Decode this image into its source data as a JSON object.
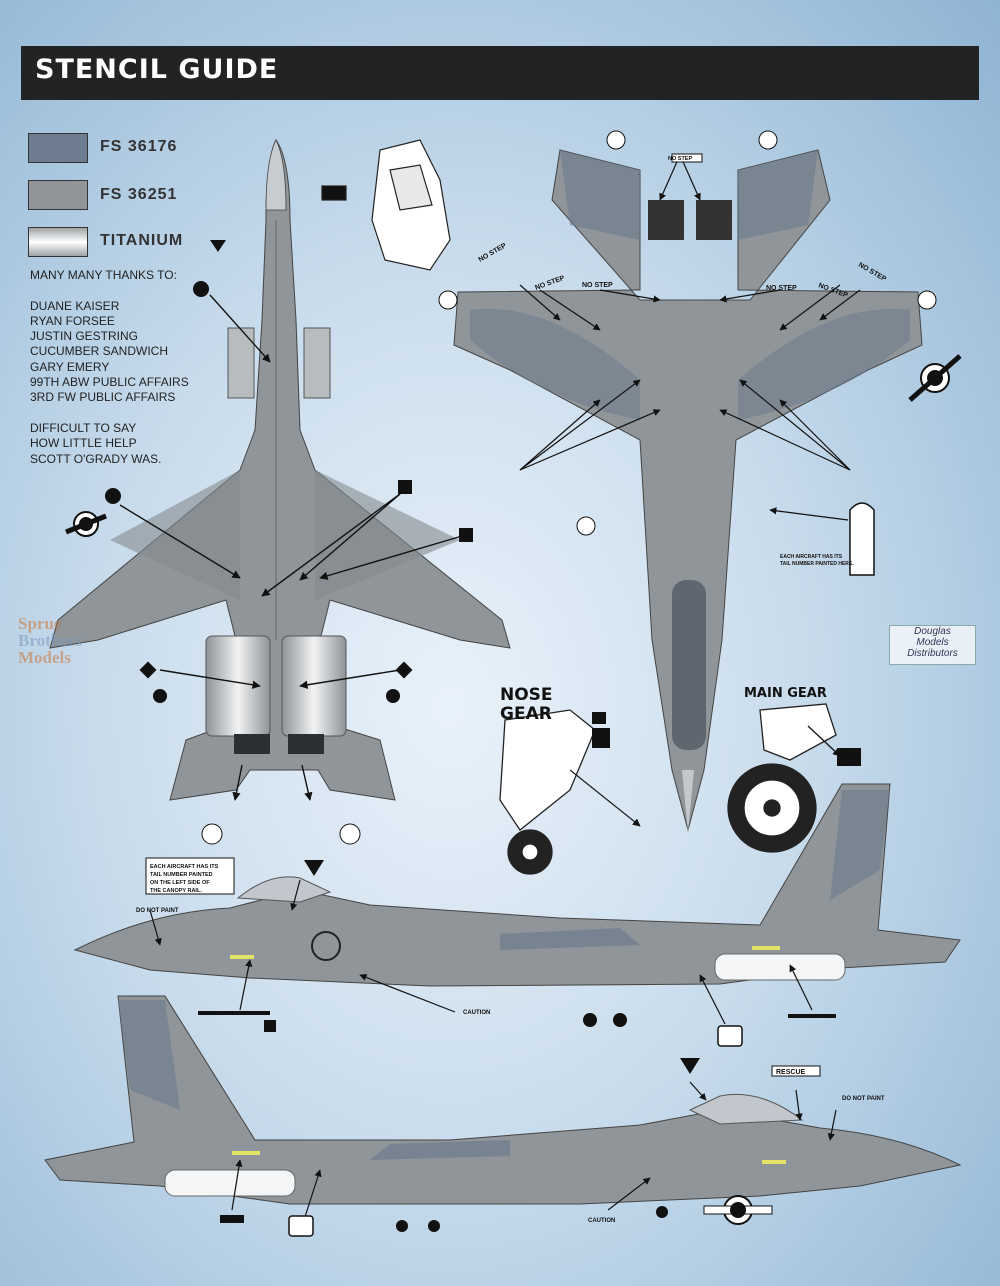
{
  "header": {
    "title": "STENCIL GUIDE"
  },
  "legend": [
    {
      "label": "FS 36176",
      "color": "#6d7c8e"
    },
    {
      "label": "FS 36251",
      "color": "#8f9598"
    },
    {
      "label": "TITANIUM",
      "color": "#d9dde0"
    }
  ],
  "thanks": {
    "heading": "MANY MANY THANKS TO:",
    "names": [
      "DUANE KAISER",
      "RYAN FORSEE",
      "JUSTIN GESTRING",
      "CUCUMBER SANDWICH",
      "GARY EMERY",
      "99TH ABW PUBLIC AFFAIRS",
      "3RD FW PUBLIC AFFAIRS"
    ],
    "note_line1": "DIFFICULT TO SAY",
    "note_line2": "HOW LITTLE HELP",
    "note_line3": "SCOTT O'GRADY WAS."
  },
  "callouts": {
    "no_step": "NO STEP",
    "caution": "CAUTION",
    "do_not_paint": "DO NOT PAINT",
    "rescue": "RESCUE",
    "tail_number_note": "EACH AIRCRAFT HAS ITS TAIL NUMBER PAINTED ON THE LEFT SIDE OF THE CANOPY RAIL.",
    "tail_number_here": "EACH AIRCRAFT HAS ITS TAIL NUMBER PAINTED HERE."
  },
  "gear": {
    "nose_line1": "NOSE",
    "nose_line2": "GEAR",
    "main": "MAIN GEAR"
  },
  "watermark": {
    "line1": "Sprue",
    "line2": "Brothers",
    "line3": "Models"
  },
  "distributor": {
    "line1": "Douglas",
    "line2": "Models",
    "line3": "Distributors"
  },
  "colors": {
    "camo_light": "#8f9598",
    "camo_dark": "#6d7c8e",
    "banner": "#222324"
  }
}
